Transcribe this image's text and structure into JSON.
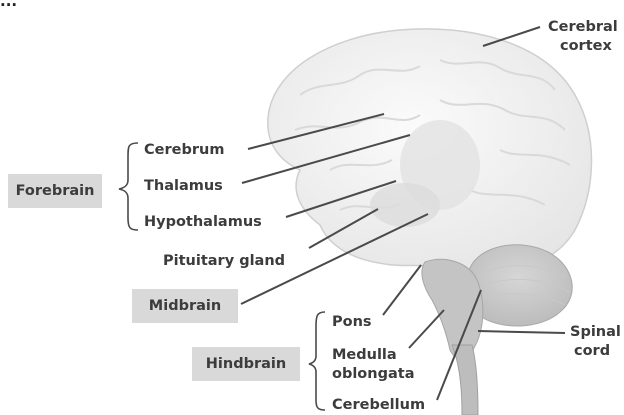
{
  "diagram": {
    "top_fragment": "...",
    "labels": {
      "cerebral_cortex": [
        "Cerebral",
        "cortex"
      ],
      "cerebrum": "Cerebrum",
      "thalamus": "Thalamus",
      "hypothalamus": "Hypothalamus",
      "pituitary_gland": "Pituitary gland",
      "pons": "Pons",
      "medulla_oblongata": [
        "Medulla",
        "oblongata"
      ],
      "cerebellum": "Cerebellum",
      "spinal_cord": [
        "Spinal",
        "cord"
      ]
    },
    "groups": {
      "forebrain": "Forebrain",
      "midbrain": "Midbrain",
      "hindbrain": "Hindbrain"
    },
    "colors": {
      "label_text": "#3c3c3c",
      "leader_line": "#4a4a4a",
      "group_box": "#d9d9d9",
      "brain_fill": "#f2f2f2",
      "brain_outline": "#cfcfcf"
    }
  }
}
